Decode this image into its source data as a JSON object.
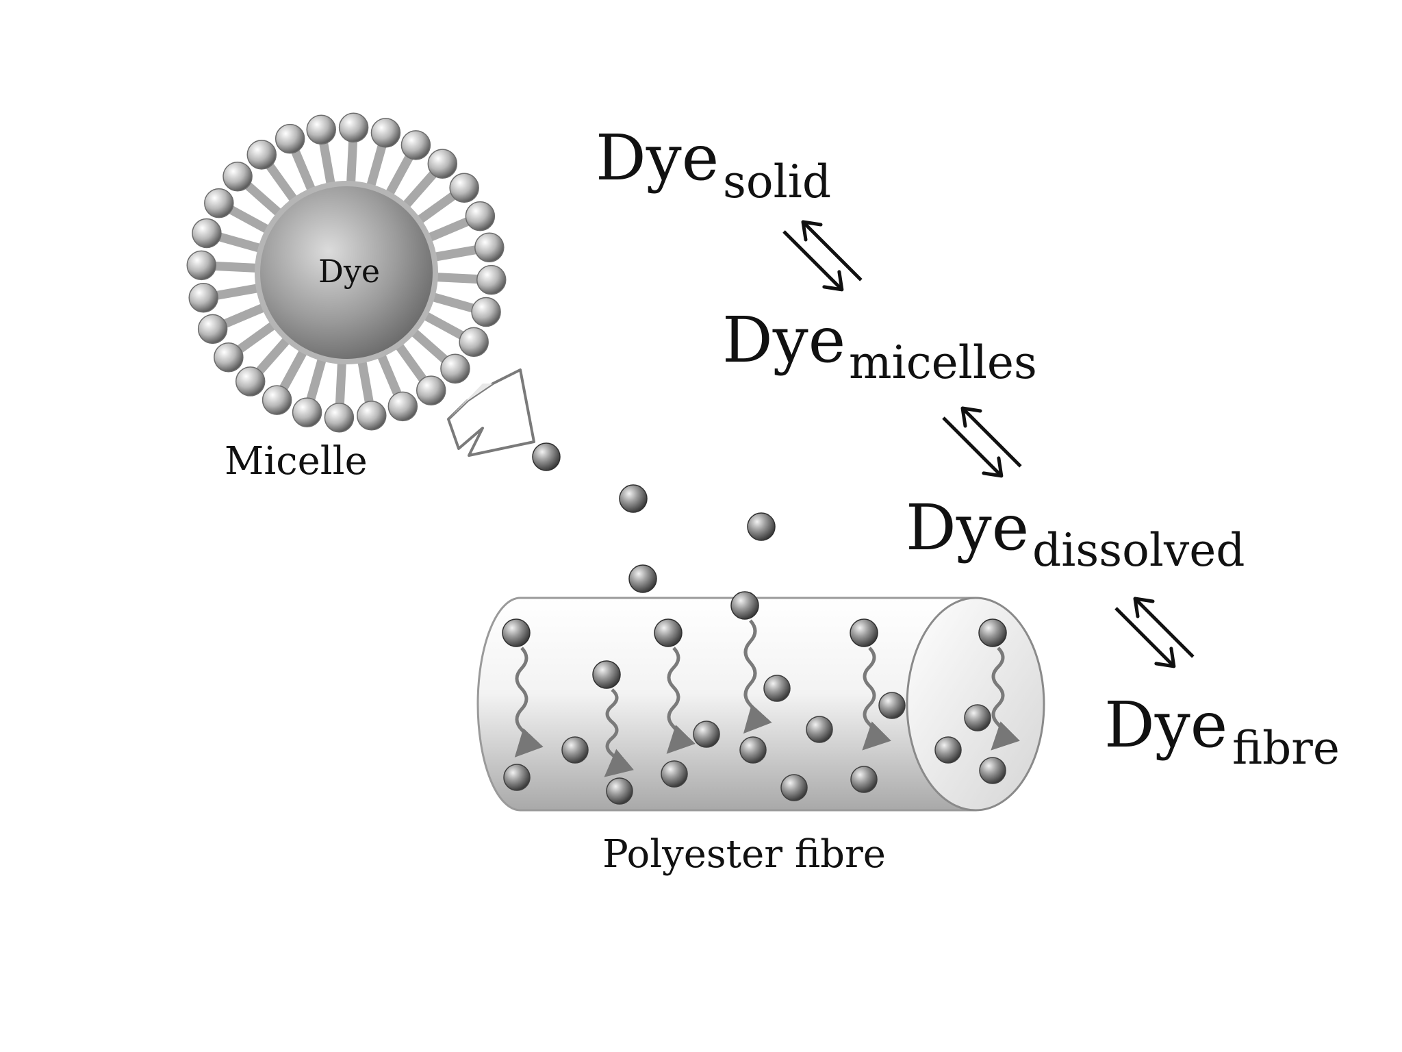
{
  "micelle": {
    "core_text": "Dye",
    "caption": "Micelle"
  },
  "fibre": {
    "caption": "Polyester fibre"
  },
  "equilibrium": {
    "states": [
      {
        "main": "Dye",
        "sub": "solid"
      },
      {
        "main": "Dye",
        "sub": "micelles"
      },
      {
        "main": "Dye",
        "sub": "dissolved"
      },
      {
        "main": "Dye",
        "sub": "fibre"
      }
    ]
  },
  "colors": {
    "ink": "#111111",
    "sphere_light": "#f4f4f4",
    "sphere_dark": "#3a3a3a",
    "fibre_outline": "#8a8a8a"
  }
}
